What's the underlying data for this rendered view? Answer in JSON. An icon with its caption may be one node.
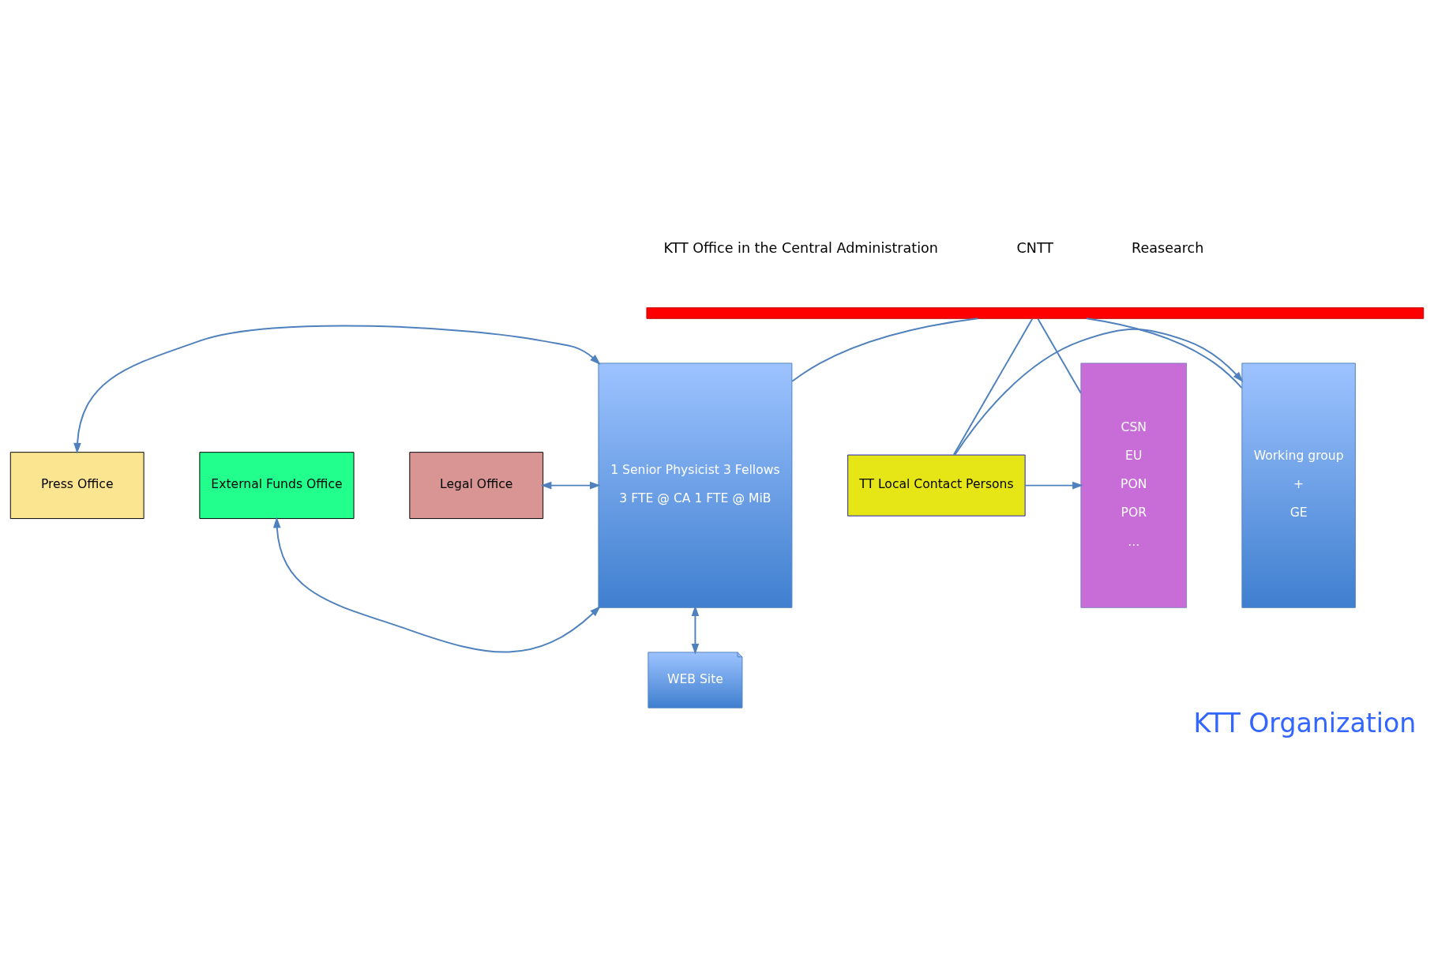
{
  "diagram": {
    "title": "KTT Organization",
    "nodes": [
      {
        "text": [],
        "shape": "bar"
      },
      {
        "text": [
          "Press Office"
        ]
      },
      {
        "text": [
          "External Funds Office"
        ]
      },
      {
        "text": [
          "Legal Office"
        ]
      },
      {
        "text": [
          "1 Senior Physicist 3 Fellows",
          "3 FTE @ CA 1 FTE @ MiB"
        ]
      },
      {
        "text": [
          "Working group",
          "+",
          "GE"
        ]
      },
      {
        "text": [
          "TT Local Contact Persons"
        ]
      },
      {
        "text": [
          "CSN",
          "EU",
          "PON",
          "POR",
          "..."
        ]
      },
      {
        "text": [
          "WEB Site"
        ]
      }
    ],
    "edges": [
      {
        "from": 0,
        "to": 4,
        "arrow": "none"
      },
      {
        "from": 0,
        "to": 5,
        "arrow": "none"
      },
      {
        "from": 0,
        "to": 6,
        "arrow": "none"
      },
      {
        "from": 0,
        "to": 7,
        "arrow": "none"
      },
      {
        "from": 1,
        "to": 4,
        "arrow": "both"
      },
      {
        "from": 2,
        "to": 4,
        "arrow": "both"
      },
      {
        "from": 3,
        "to": 4,
        "arrow": "both"
      },
      {
        "from": 6,
        "to": 5,
        "arrow": "to"
      },
      {
        "from": 6,
        "to": 7,
        "arrow": "to"
      },
      {
        "from": 4,
        "to": 8,
        "arrow": "both"
      }
    ],
    "labels": [
      "KTT Office in the Central Administration",
      "CNTT",
      "Reasearch"
    ]
  }
}
